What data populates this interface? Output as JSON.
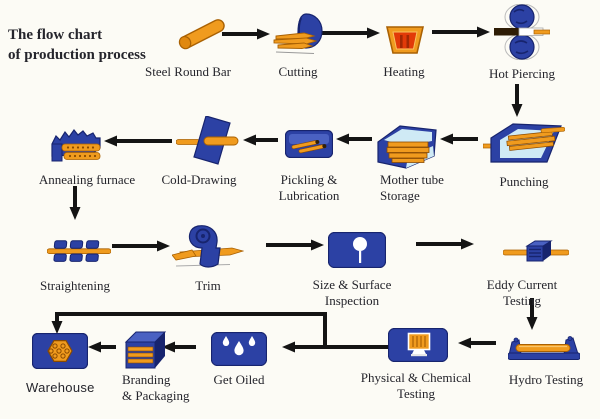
{
  "title": {
    "line1": "The flow chart",
    "line2": "of production process"
  },
  "colors": {
    "background": "#fcfbf5",
    "blue": "#2c41a4",
    "blue-dark": "#17246e",
    "blue-face": "#4a61c2",
    "light-blue": "#cfeaf5",
    "orange": "#f09b1e",
    "orange-dark": "#a96103",
    "orange-deep": "#8a4a00",
    "red": "#e23a08",
    "red-dark": "#a22803",
    "arrow": "#141414",
    "text": "#25252c"
  },
  "nodes": [
    {
      "id": "steel-round-bar",
      "label": "Steel Round Bar",
      "icon": "round-bar-icon"
    },
    {
      "id": "cutting",
      "label": "Cutting",
      "icon": "saw-icon"
    },
    {
      "id": "heating",
      "label": "Heating",
      "icon": "furnace-bucket-icon"
    },
    {
      "id": "hot-piercing",
      "label": "Hot Piercing",
      "icon": "piercing-rollers-icon"
    },
    {
      "id": "punching",
      "label": "Punching",
      "icon": "punching-die-icon"
    },
    {
      "id": "mother-tube-storage",
      "label_lines": [
        "Mother tube",
        "Storage"
      ],
      "icon": "tube-stack-icon"
    },
    {
      "id": "pickling-lubrication",
      "label": "Pickling & Lubrication",
      "icon": "pickling-bath-icon"
    },
    {
      "id": "cold-drawing",
      "label": "Cold-Drawing",
      "icon": "drawing-die-icon"
    },
    {
      "id": "annealing-furnace",
      "label": "Annealing furnace",
      "icon": "annealing-furnace-icon"
    },
    {
      "id": "straightening",
      "label": "Straightening",
      "icon": "roller-bar-icon"
    },
    {
      "id": "trim",
      "label": "Trim",
      "icon": "trim-machine-icon"
    },
    {
      "id": "size-surface-inspection",
      "label": "Size & Surface Inspection",
      "icon": "inspection-gauge-icon"
    },
    {
      "id": "eddy-current-testing",
      "label": "Eddy Current Testing",
      "icon": "test-coil-icon"
    },
    {
      "id": "hydro-testing",
      "label": "Hydro Testing",
      "icon": "test-bench-icon"
    },
    {
      "id": "physical-chemical-testing",
      "label_lines": [
        "Physical & Chemical",
        "Testing"
      ],
      "icon": "monitor-icon"
    },
    {
      "id": "get-oiled",
      "label": "Get Oiled",
      "icon": "oil-drops-icon"
    },
    {
      "id": "branding-packaging",
      "label_lines": [
        "Branding",
        "& Packaging"
      ],
      "icon": "package-box-icon"
    },
    {
      "id": "warehouse",
      "label": "Warehouse",
      "icon": "tube-bundle-icon"
    }
  ]
}
